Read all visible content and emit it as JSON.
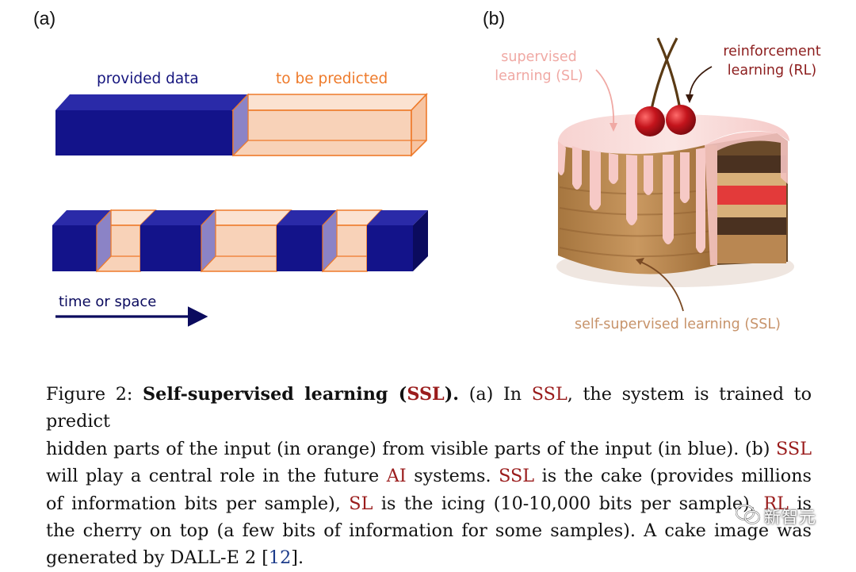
{
  "panel_a": {
    "label": "(a)",
    "provided_label": "provided data",
    "predicted_label": "to be predicted",
    "axis_label": "time or space"
  },
  "panel_b": {
    "label": "(b)",
    "sl_label_line1": "supervised",
    "sl_label_line2": "learning (SL)",
    "rl_label_line1": "reinforcement",
    "rl_label_line2": "learning (RL)",
    "ssl_label": "self-supervised learning (SSL)"
  },
  "caption": {
    "fig_num": "Figure 2:",
    "title_pre": "Self-supervised learning (",
    "title_acr": "SSL",
    "title_post": ").",
    "l1_a": "(a) In ",
    "l1_acr": "SSL",
    "l1_b": ", the system is trained to predict",
    "l2_a": "hidden parts of the input (in orange) from visible parts of the input (in blue). (b) ",
    "l2_acr": "SSL",
    "l3_a": "will play a central role in the future ",
    "l3_acr1": "AI",
    "l3_b": " systems. ",
    "l3_acr2": "SSL",
    "l3_c": " is the cake (provides millions",
    "l4_a": "of information bits per sample), ",
    "l4_acr1": "SL",
    "l4_b": " is the icing (10-10,000 bits per sample), ",
    "l4_acr2": "RL",
    "l4_c": " is",
    "l5": "the cherry on top (a few bits of information for some samples). A cake image was",
    "l6_a": "generated by DALL-E 2 [",
    "l6_cite": "12",
    "l6_b": "]."
  },
  "watermark": {
    "icon": "wechat-icon",
    "text": "新智元"
  },
  "colors": {
    "navy": "#13138a",
    "navy_dark": "#0b0b5e",
    "navy_top": "#2a2aa8",
    "orange": "#ee7a2a",
    "peach": "#f8d2b8",
    "peach_top": "#fbe2d1",
    "acronym": "#9a1c1c",
    "cite": "#1c3b8a"
  }
}
